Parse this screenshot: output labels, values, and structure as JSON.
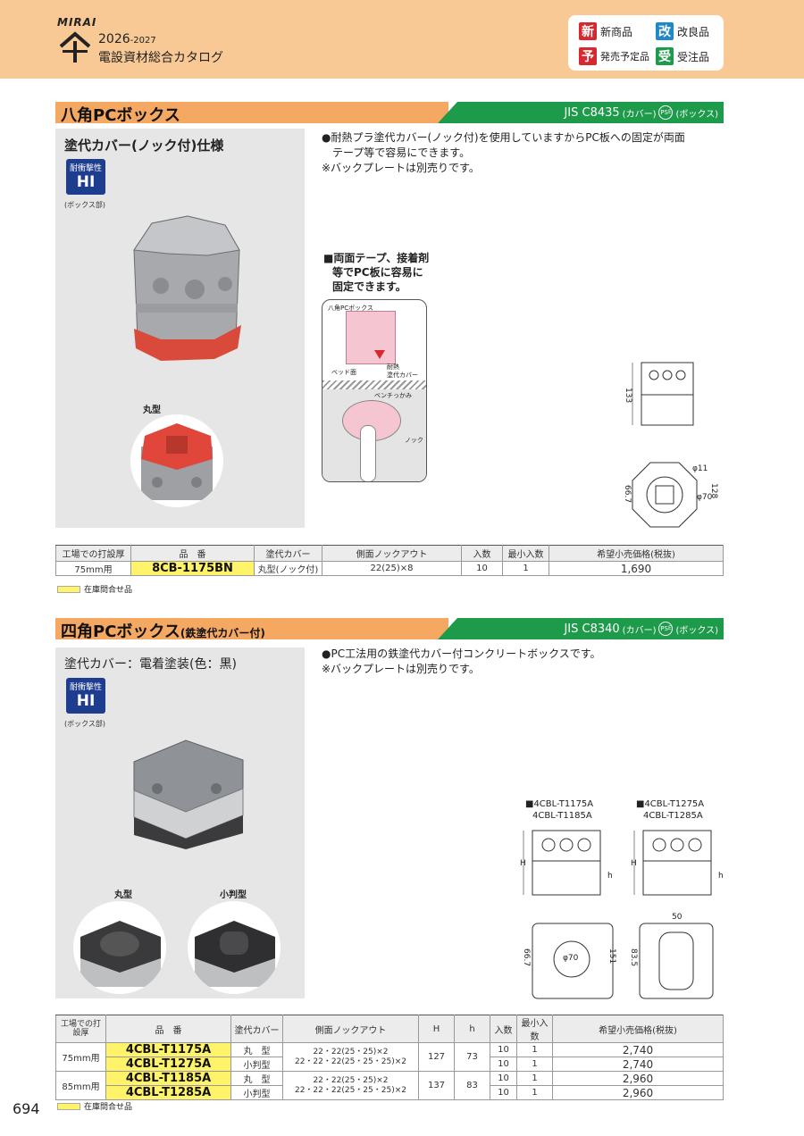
{
  "header": {
    "logo": "MIRAI",
    "year_main": "2026",
    "year_sub": "-2027",
    "catalog_title": "電設資材総合カタログ",
    "legend": [
      {
        "badge": "新",
        "label": "新商品",
        "color": "#d7282f"
      },
      {
        "badge": "改",
        "label": "改良品",
        "color": "#1e88c8"
      },
      {
        "badge": "予",
        "label": "発売予定品",
        "color": "#d7282f"
      },
      {
        "badge": "受",
        "label": "受注品",
        "color": "#1d9a4a"
      }
    ]
  },
  "section1": {
    "title": "八角PCボックス",
    "jis_code": "JIS C8435",
    "jis_cover": "(カバー)",
    "pse_p": "PS",
    "pse_e": "E",
    "jis_box": "(ボックス)",
    "panel_title": "塗代カバー(ノック付)仕様",
    "badge_top": "耐衝撃性",
    "badge_hi": "HI",
    "badge_note": "(ボックス部)",
    "circle_label": "丸型",
    "desc1": "●耐熱プラ塗代カバー(ノック付)を使用していますからPC板への固定が両面",
    "desc2": "テープ等で容易にできます。",
    "desc3": "※バックプレートは別売りです。",
    "feature1": "■両面テープ、接着剤",
    "feature2": "等でPC板に容易に",
    "feature3": "固定できます。",
    "diagram": {
      "box_label": "八角PCボックス",
      "bed_label": "ベッド面",
      "cover_label1": "耐熱",
      "cover_label2": "塗代カバー",
      "bench_label": "ベンチっかみ",
      "knock_label": "ノック"
    },
    "dims": {
      "h": "133",
      "w": "128",
      "d1": "66.7",
      "phi70": "φ70",
      "phi11": "φ11"
    },
    "table": {
      "headers": [
        "工場での打設厚",
        "品　番",
        "塗代カバー",
        "側面ノックアウト",
        "入数",
        "最小入数",
        "希望小売価格(税抜)"
      ],
      "rows": [
        [
          "75mm用",
          "8CB-1175BN",
          "丸型(ノック付)",
          "22(25)×8",
          "10",
          "1",
          "1,690"
        ]
      ]
    },
    "stock_label": "在庫問合せ品"
  },
  "section2": {
    "title": "四角PCボックス",
    "title_sub": "(鉄塗代カバー付)",
    "jis_code": "JIS C8340",
    "jis_cover": "(カバー)",
    "pse_p": "PS",
    "pse_e": "E",
    "jis_box": "(ボックス)",
    "panel_title": "塗代カバー：電着塗装(色：黒)",
    "badge_top": "耐衝撃性",
    "badge_hi": "HI",
    "badge_note": "(ボックス部)",
    "circle1_label": "丸型",
    "circle2_label": "小判型",
    "desc1": "●PC工法用の鉄塗代カバー付コンクリートボックスです。",
    "desc2": "※バックプレートは別売りです。",
    "dwg1_a": "■4CBL-T1175A",
    "dwg1_b": "4CBL-T1185A",
    "dwg2_a": "■4CBL-T1275A",
    "dwg2_b": "4CBL-T1285A",
    "dims": {
      "H": "H",
      "h": "h",
      "d1": "66.7",
      "d2": "151",
      "d3": "83.5",
      "w50": "50",
      "phi70": "φ70"
    },
    "table": {
      "headers": [
        "工場での打設厚",
        "品　番",
        "塗代カバー",
        "側面ノックアウト",
        "H",
        "h",
        "入数",
        "最小入数",
        "希望小売価格(税抜)"
      ],
      "groups": [
        {
          "thick": "75mm用",
          "knock1": "22・22(25・25)×2",
          "knock2": "22・22・22(25・25・25)×2",
          "H": "127",
          "h": "73",
          "rows": [
            {
              "pn": "4CBL-T1175A",
              "cover": "丸　型",
              "qty": "10",
              "min": "1",
              "price": "2,740"
            },
            {
              "pn": "4CBL-T1275A",
              "cover": "小判型",
              "qty": "10",
              "min": "1",
              "price": "2,740"
            }
          ]
        },
        {
          "thick": "85mm用",
          "knock1": "22・22(25・25)×2",
          "knock2": "22・22・22(25・25・25)×2",
          "H": "137",
          "h": "83",
          "rows": [
            {
              "pn": "4CBL-T1185A",
              "cover": "丸　型",
              "qty": "10",
              "min": "1",
              "price": "2,960"
            },
            {
              "pn": "4CBL-T1285A",
              "cover": "小判型",
              "qty": "10",
              "min": "1",
              "price": "2,960"
            }
          ]
        }
      ]
    },
    "stock_label": "在庫問合せ品"
  },
  "page_number": "694"
}
